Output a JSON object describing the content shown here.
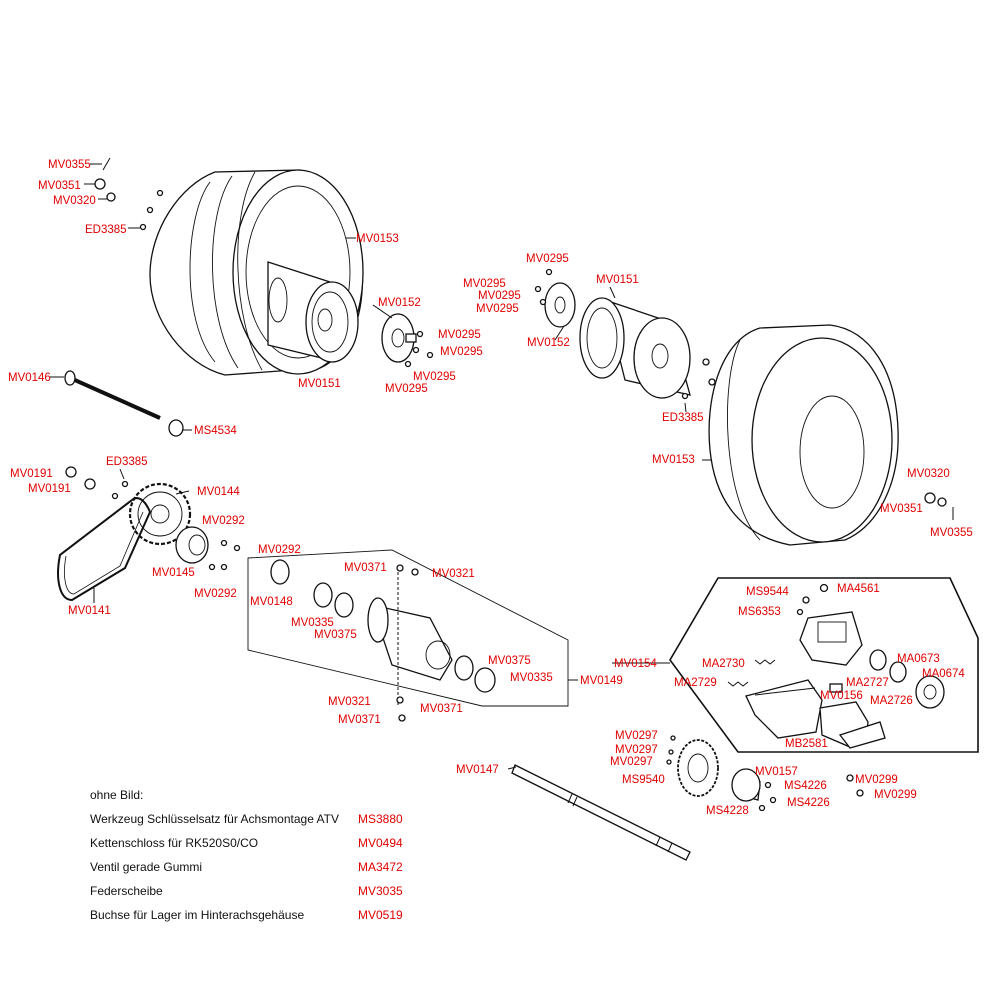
{
  "diagram": {
    "labels": [
      "MV0355",
      "MV0351",
      "MV0320",
      "ED3385",
      "MV0153",
      "MV0152",
      "MV0295",
      "MV0295",
      "MV0295",
      "MV0295",
      "MV0151",
      "MV0146",
      "MS4534",
      "MV0295",
      "MV0295",
      "MV0295",
      "MV0295",
      "MV0151",
      "MV0152",
      "ED3385",
      "MV0153",
      "MV0320",
      "MV0351",
      "MV0355",
      "MV0191",
      "MV0191",
      "ED3385",
      "MV0144",
      "MV0292",
      "MV0292",
      "MV0292",
      "MV0145",
      "MV0141",
      "MV0148",
      "MV0335",
      "MV0375",
      "MV0371",
      "MV0321",
      "MV0375",
      "MV0335",
      "MV0149",
      "MV0321",
      "MV0371",
      "MV0371",
      "MV0154",
      "MS9544",
      "MA4561",
      "MS6353",
      "MA2730",
      "MA2729",
      "MA2727",
      "MV0156",
      "MA0673",
      "MA0674",
      "MA2726",
      "MB2581",
      "MV0147",
      "MV0297",
      "MV0297",
      "MV0297",
      "MS9540",
      "MV0157",
      "MS4226",
      "MS4226",
      "MS4228",
      "MV0299",
      "MV0299"
    ]
  },
  "notes": {
    "heading": "ohne Bild:",
    "items": [
      {
        "label": "Werkzeug Schlüsselsatz für Achsmontage  ATV",
        "code": "MS3880"
      },
      {
        "label": "Kettenschloss für RK520S0/CO",
        "code": "MV0494"
      },
      {
        "label": "Ventil gerade Gummi",
        "code": "MA3472"
      },
      {
        "label": "Federscheibe",
        "code": "MV3035"
      },
      {
        "label": "Buchse für Lager im Hinterachsgehäuse",
        "code": "MV0519"
      }
    ]
  }
}
